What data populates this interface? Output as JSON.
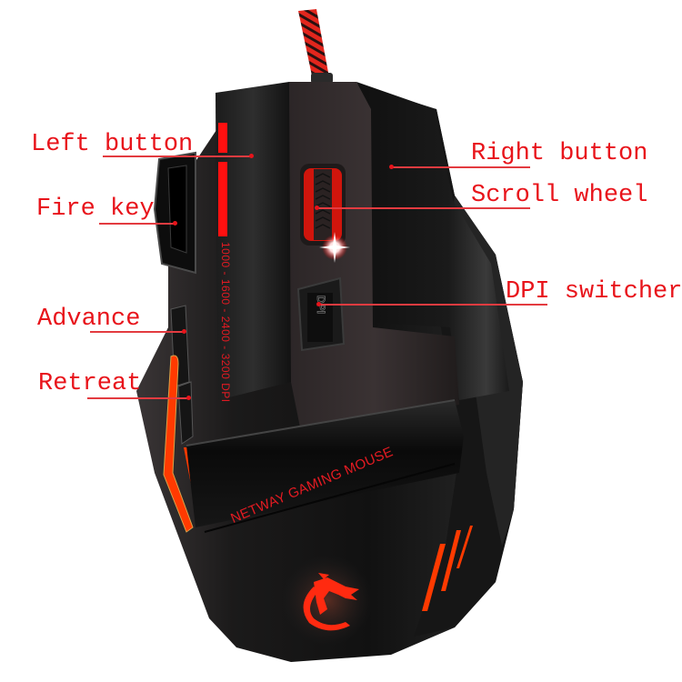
{
  "product": {
    "brand_text": "NETWAY GAMING MOUSE",
    "dpi_range_text": "1000 - 1600 - 2400 - 3200 DPI",
    "dpi_button_text": "DPI",
    "logo_icon": "dragon-logo-icon"
  },
  "labels": {
    "left_button": "Left button",
    "fire_key": "Fire key",
    "advance": "Advance",
    "retreat": "Retreat",
    "right_button": "Right button",
    "scroll_wheel": "Scroll wheel",
    "dpi_switcher": "DPI switcher"
  },
  "colors": {
    "label_red": "#e8141b",
    "led_red": "#ff2a10",
    "led_orange": "#ff3a00",
    "body_black": "#141414",
    "background": "#ffffff"
  }
}
